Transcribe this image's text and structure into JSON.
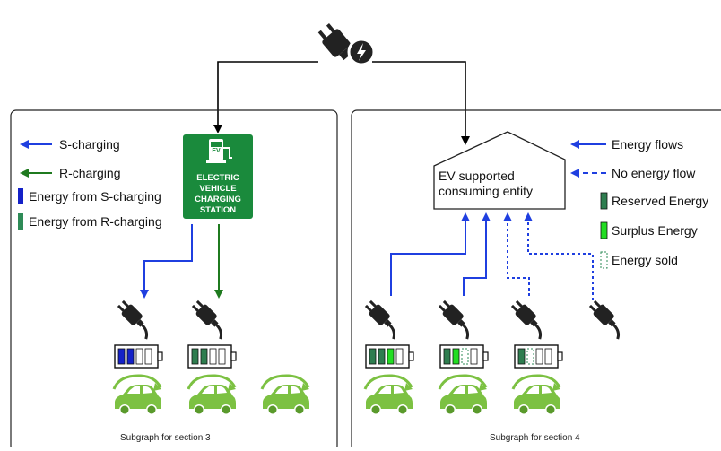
{
  "subgraph_left": {
    "caption": "Subgraph for section 3",
    "legend": [
      {
        "label": "S-charging",
        "kind": "arrow",
        "color": "#1f3fe0"
      },
      {
        "label": "R-charging",
        "kind": "arrow",
        "color": "#1f7a1f"
      },
      {
        "label": "Energy from S-charging",
        "kind": "swatch",
        "color": "#1421c8"
      },
      {
        "label": "Energy from R-charging",
        "kind": "swatch",
        "color": "#2e8b57"
      }
    ],
    "station_sign": {
      "lines": [
        "ELECTRIC",
        "VEHICLE",
        "CHARGING",
        "STATION"
      ],
      "badge": "EV",
      "color": "#1a8a3c"
    }
  },
  "subgraph_right": {
    "caption": "Subgraph for section 4",
    "entity_label": [
      "EV supported",
      "consuming entity"
    ],
    "legend": [
      {
        "label": "Energy flows",
        "kind": "arrow",
        "color": "#1f3fe0"
      },
      {
        "label": "No energy flow",
        "kind": "dashed-arrow",
        "color": "#1f3fe0"
      },
      {
        "label": "Reserved Energy",
        "kind": "swatch",
        "color": "#2e7d4f"
      },
      {
        "label": "Surplus Energy",
        "kind": "swatch",
        "color": "#22dd22"
      },
      {
        "label": "Energy sold",
        "kind": "dashed-swatch",
        "color": "#2e8b57"
      }
    ]
  },
  "colors": {
    "s_charging": "#1f3fe0",
    "r_charging": "#1f7a1f",
    "car_green": "#7cc142",
    "plug_dark": "#222222"
  },
  "icons": [
    "power-plug-icon",
    "charging-station-icon",
    "plug-icon",
    "battery-icon",
    "ev-car-icon"
  ]
}
